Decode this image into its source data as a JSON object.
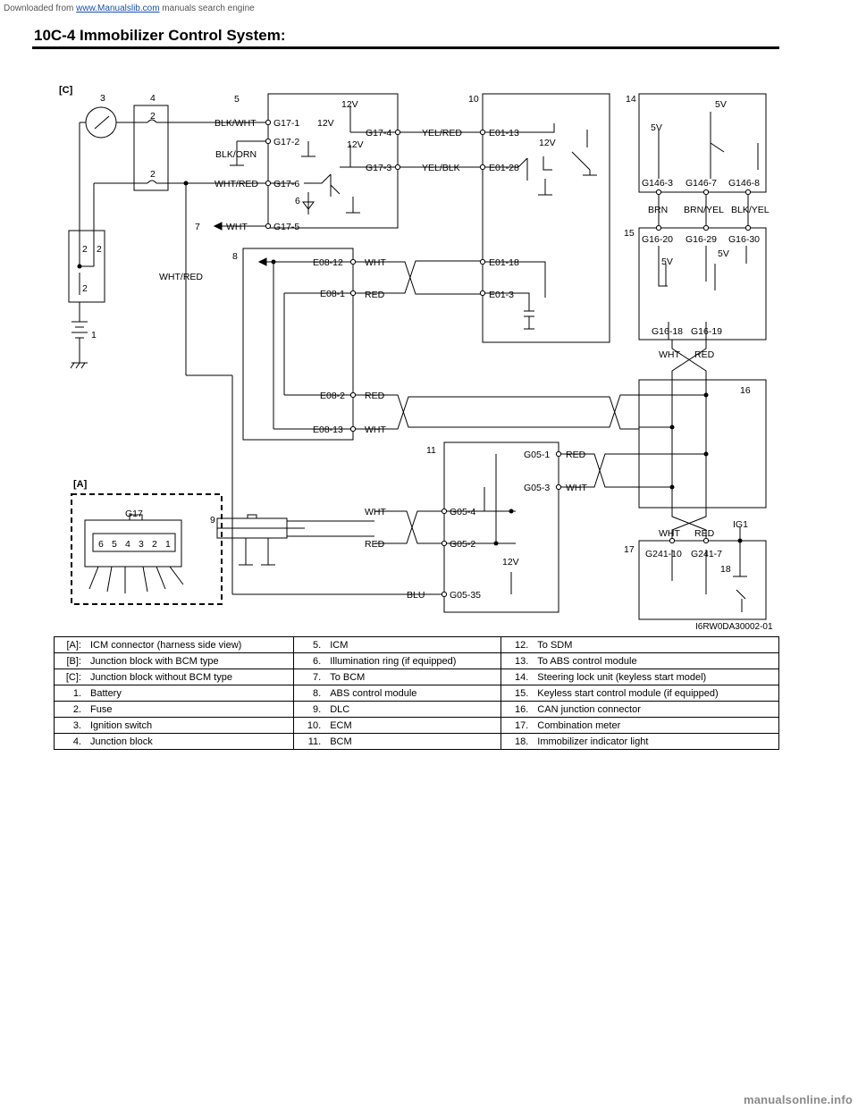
{
  "header": {
    "source_prefix": "Downloaded from ",
    "source_link": "www.Manualslib.com",
    "source_suffix": " manuals search engine",
    "page_title": "10C-4   Immobilizer Control System:"
  },
  "diagram": {
    "section_c": "[C]",
    "section_a": "[A]",
    "image_id": "I6RW0DA30002-01",
    "numbers": {
      "n1": "1",
      "n2": "2",
      "n3": "3",
      "n4": "4",
      "n5": "5",
      "n6": "6",
      "n7": "7",
      "n8": "8",
      "n9": "9",
      "n10": "10",
      "n11": "11",
      "n14": "14",
      "n15": "15",
      "n16": "16",
      "n17": "17",
      "n18": "18"
    },
    "wires": {
      "blk_wht": "BLK/WHT",
      "blk_orn": "BLK/ORN",
      "wht_red": "WHT/RED",
      "wht": "WHT",
      "red": "RED",
      "yel_red": "YEL/RED",
      "yel_blk": "YEL/BLK",
      "brn": "BRN",
      "brn_yel": "BRN/YEL",
      "blk_yel": "BLK/YEL",
      "blu": "BLU"
    },
    "voltages": {
      "v12": "12V",
      "v5": "5V",
      "ig1": "IG1"
    },
    "terminals": {
      "g17_1": "G17-1",
      "g17_2": "G17-2",
      "g17_3": "G17-3",
      "g17_4": "G17-4",
      "g17_5": "G17-5",
      "g17_6": "G17-6",
      "e01_13": "E01-13",
      "e01_28": "E01-28",
      "e01_18": "E01-18",
      "e01_3": "E01-3",
      "e08_12": "E08-12",
      "e08_1": "E08-1",
      "e08_2": "E08-2",
      "e08_13": "E08-13",
      "g05_1": "G05-1",
      "g05_3": "G05-3",
      "g05_4": "G05-4",
      "g05_2": "G05-2",
      "g05_35": "G05-35",
      "g146_3": "G146-3",
      "g146_7": "G146-7",
      "g146_8": "G146-8",
      "g16_20": "G16-20",
      "g16_29": "G16-29",
      "g16_30": "G16-30",
      "g16_18": "G16-18",
      "g16_19": "G16-19",
      "g241_10": "G241-10",
      "g241_7": "G241-7"
    },
    "connector_g17": {
      "name": "G17",
      "pins": [
        "6",
        "5",
        "4",
        "3",
        "2",
        "1"
      ]
    }
  },
  "legend": [
    [
      {
        "k": "[A]:",
        "v": "ICM connector (harness side view)"
      },
      {
        "k": "5.",
        "v": "ICM"
      },
      {
        "k": "12.",
        "v": "To SDM"
      }
    ],
    [
      {
        "k": "[B]:",
        "v": "Junction block with BCM type"
      },
      {
        "k": "6.",
        "v": "Illumination ring (if equipped)"
      },
      {
        "k": "13.",
        "v": "To ABS control module"
      }
    ],
    [
      {
        "k": "[C]:",
        "v": "Junction block without BCM type"
      },
      {
        "k": "7.",
        "v": "To BCM"
      },
      {
        "k": "14.",
        "v": "Steering lock unit (keyless start model)"
      }
    ],
    [
      {
        "k": "1.",
        "v": "Battery"
      },
      {
        "k": "8.",
        "v": "ABS control module"
      },
      {
        "k": "15.",
        "v": "Keyless start control module (if equipped)"
      }
    ],
    [
      {
        "k": "2.",
        "v": "Fuse"
      },
      {
        "k": "9.",
        "v": "DLC"
      },
      {
        "k": "16.",
        "v": "CAN junction connector"
      }
    ],
    [
      {
        "k": "3.",
        "v": "Ignition switch"
      },
      {
        "k": "10.",
        "v": "ECM"
      },
      {
        "k": "17.",
        "v": "Combination meter"
      }
    ],
    [
      {
        "k": "4.",
        "v": "Junction block"
      },
      {
        "k": "11.",
        "v": "BCM"
      },
      {
        "k": "18.",
        "v": "Immobilizer indicator light"
      }
    ]
  ],
  "footer": {
    "watermark": "manualsonline.info"
  }
}
